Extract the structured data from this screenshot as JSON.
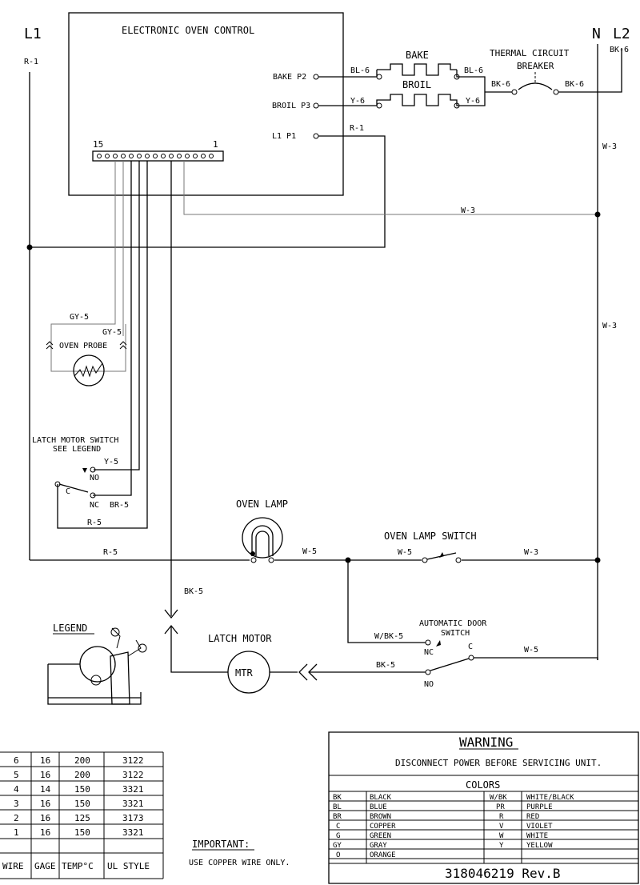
{
  "lines": {
    "l1": "L1",
    "n": "N",
    "l2": "L2"
  },
  "control": {
    "title": "ELECTRONIC OVEN CONTROL",
    "bake_pin": "BAKE  P2",
    "broil_pin": "BROIL P3",
    "l1_pin": "L1    P1",
    "conn_left": "15",
    "conn_right": "1"
  },
  "elements": {
    "bake": "BAKE",
    "broil": "BROIL"
  },
  "breaker": {
    "line1": "THERMAL CIRCUIT",
    "line2": "BREAKER"
  },
  "wires": {
    "r1_left": "R-1",
    "r1_ctrl": "R-1",
    "bl6_a": "BL-6",
    "bl6_b": "BL-6",
    "y6_a": "Y-6",
    "y6_b": "Y-6",
    "bk6_a": "BK-6",
    "bk6_b": "BK-6",
    "bk6_l2": "BK-6",
    "w3_right_top": "W-3",
    "w3_mid": "W-3",
    "w3_right_mid": "W-3",
    "gy5_a": "GY-5",
    "gy5_b": "GY-5",
    "y5": "Y-5",
    "br5": "BR-5",
    "r5_a": "R-5",
    "r5_b": "R-5",
    "w5_lamp": "W-5",
    "w5_sw": "W-5",
    "w3_sw": "W-3",
    "bk5_a": "BK-5",
    "wbk5": "W/BK-5",
    "bk5_b": "BK-5",
    "w5_door": "W-5"
  },
  "components": {
    "oven_probe": "OVEN PROBE",
    "latch_switch_1": "LATCH MOTOR SWITCH",
    "latch_switch_2": "SEE LEGEND",
    "no": "NO",
    "nc": "NC",
    "c": "C",
    "oven_lamp": "OVEN LAMP",
    "lamp_switch": "OVEN LAMP SWITCH",
    "latch_motor": "LATCH MOTOR",
    "mtr": "MTR",
    "auto_door_1": "AUTOMATIC DOOR",
    "auto_door_2": "SWITCH",
    "door_nc": "NC",
    "door_no": "NO",
    "door_c": "C",
    "legend": "LEGEND"
  },
  "wire_table": {
    "headers": [
      "WIRE",
      "GAGE",
      "TEMP°C",
      "UL STYLE"
    ],
    "rows": [
      [
        "6",
        "16",
        "200",
        "3122"
      ],
      [
        "5",
        "16",
        "200",
        "3122"
      ],
      [
        "4",
        "14",
        "150",
        "3321"
      ],
      [
        "3",
        "16",
        "150",
        "3321"
      ],
      [
        "2",
        "16",
        "125",
        "3173"
      ],
      [
        "1",
        "16",
        "150",
        "3321"
      ]
    ]
  },
  "important": {
    "title": "IMPORTANT:",
    "text": "USE COPPER WIRE ONLY."
  },
  "warning": {
    "title": "WARNING",
    "text": "DISCONNECT POWER BEFORE SERVICING UNIT."
  },
  "colors": {
    "title": "COLORS",
    "rows": [
      [
        "BK",
        "BLACK",
        "W/BK",
        "WHITE/BLACK"
      ],
      [
        "BL",
        "BLUE",
        "PR",
        "PURPLE"
      ],
      [
        "BR",
        "BROWN",
        "R",
        "RED"
      ],
      [
        "C",
        "COPPER",
        "V",
        "VIOLET"
      ],
      [
        "G",
        "GREEN",
        "W",
        "WHITE"
      ],
      [
        "GY",
        "GRAY",
        "Y",
        "YELLOW"
      ],
      [
        "O",
        "ORANGE",
        "",
        ""
      ]
    ]
  },
  "part_number": "318046219 Rev.B"
}
